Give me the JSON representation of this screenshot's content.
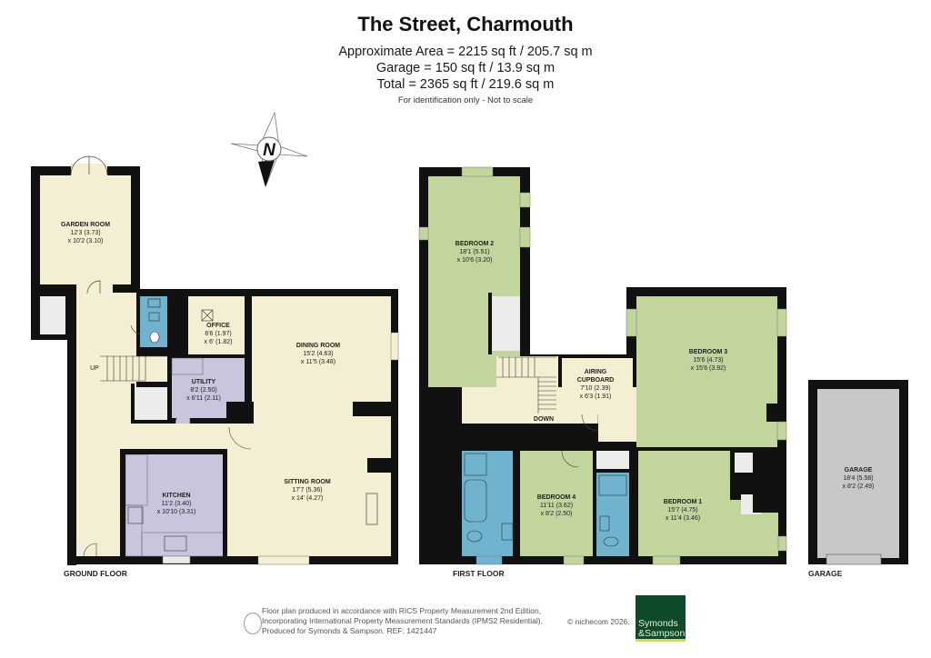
{
  "header": {
    "title": "The Street, Charmouth",
    "approx_area": "Approximate Area = 2215 sq ft / 205.7 sq m",
    "garage_area": "Garage = 150 sq ft / 13.9 sq m",
    "total_area": "Total = 2365 sq ft / 219.6 sq m",
    "disclaimer": "For identification only - Not to scale"
  },
  "compass": {
    "label": "N"
  },
  "floors": {
    "ground": {
      "label": "GROUND FLOOR",
      "rooms": [
        {
          "name": "GARDEN ROOM",
          "dim1": "12'3 (3.73)",
          "dim2": "x 10'2 (3.10)"
        },
        {
          "name": "OFFICE",
          "dim1": "6'6 (1.97)",
          "dim2": "x 6' (1.82)"
        },
        {
          "name": "DINING ROOM",
          "dim1": "15'2 (4.63)",
          "dim2": "x 11'5 (3.48)"
        },
        {
          "name": "UTILITY",
          "dim1": "8'2 (2.50)",
          "dim2": "x 6'11 (2.11)"
        },
        {
          "name": "KITCHEN",
          "dim1": "11'2 (3.40)",
          "dim2": "x 10'10 (3.31)"
        },
        {
          "name": "SITTING ROOM",
          "dim1": "17'7 (5.36)",
          "dim2": "x 14' (4.27)"
        }
      ],
      "stairs_label": "UP"
    },
    "first": {
      "label": "FIRST FLOOR",
      "rooms": [
        {
          "name": "BEDROOM 2",
          "dim1": "18'1 (5.51)",
          "dim2": "x 10'6 (3.20)"
        },
        {
          "name": "AIRING",
          "name2": "CUPBOARD",
          "dim1": "7'10 (2.39)",
          "dim2": "x 6'3 (1.91)"
        },
        {
          "name": "BEDROOM 3",
          "dim1": "15'6 (4.73)",
          "dim2": "x 15'6 (3.92)"
        },
        {
          "name": "BEDROOM 4",
          "dim1": "11'11 (3.62)",
          "dim2": "x 8'2 (2.50)"
        },
        {
          "name": "BEDROOM 1",
          "dim1": "15'7 (4.75)",
          "dim2": "x 11'4 (3.46)"
        }
      ],
      "stairs_label": "DOWN"
    },
    "garage": {
      "label": "GARAGE",
      "rooms": [
        {
          "name": "GARAGE",
          "dim1": "18'4 (5.58)",
          "dim2": "x 8'2 (2.49)"
        }
      ]
    }
  },
  "colors": {
    "living": "#f4efd2",
    "utility": "#c7c6dd",
    "bathroom": "#6fb3cf",
    "bedroom": "#c2d59c",
    "garage": "#c9c7ca",
    "storage": "#ececea",
    "wall": "#111111",
    "brand_green": "#0d4a2a"
  },
  "footer": {
    "line1": "Floor plan produced in accordance with RICS Property Measurement 2nd Edition,",
    "line2": "Incorporating International Property Measurement Standards (IPMS2 Residential).",
    "line3": "Produced for Symonds & Sampson.   REF: 1421447",
    "copyright": "© nichecom 2026.",
    "brand_line1": "Symonds",
    "brand_line2": "&Sampson"
  }
}
